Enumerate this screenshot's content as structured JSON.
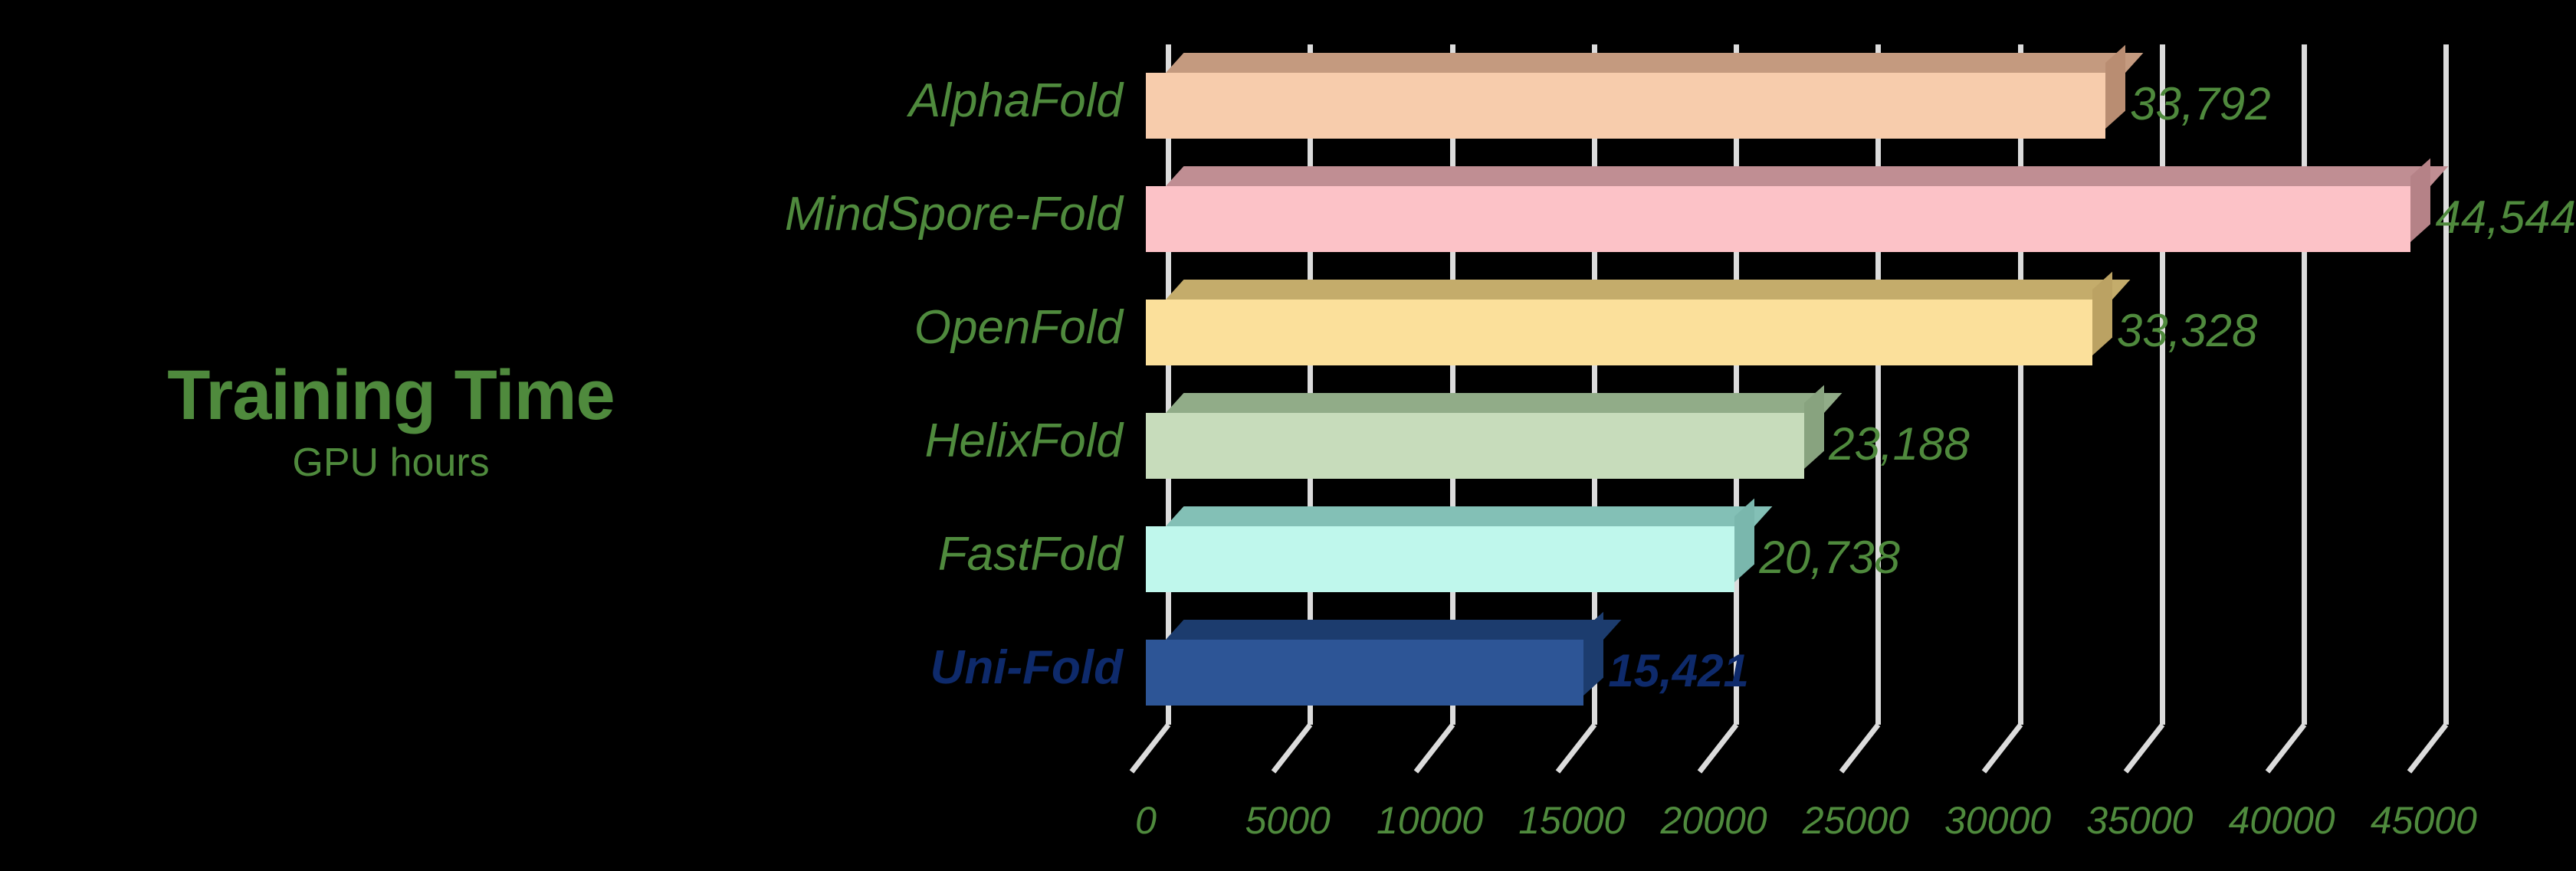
{
  "title": "Training Time",
  "subtitle": "GPU hours",
  "colors": {
    "background": "#000000",
    "label_green": "#4F8A3D",
    "highlight_blue": "#0E2A6B",
    "gridline": "#DCDCDC"
  },
  "chart_data": {
    "type": "bar",
    "orientation": "horizontal",
    "title": "Training Time",
    "subtitle": "GPU hours",
    "xlabel": "",
    "ylabel": "",
    "xlim": [
      0,
      47500
    ],
    "grid": true,
    "legend": "none",
    "xticks": [
      "0",
      "5000",
      "10000",
      "15000",
      "20000",
      "25000",
      "30000",
      "35000",
      "40000",
      "45000"
    ],
    "xtick_values": [
      0,
      5000,
      10000,
      15000,
      20000,
      25000,
      30000,
      35000,
      40000,
      45000
    ],
    "categories": [
      "AlphaFold",
      "MindSpore-Fold",
      "OpenFold",
      "HelixFold",
      "FastFold",
      "Uni-Fold"
    ],
    "values": [
      33792,
      44544,
      33328,
      23188,
      20738,
      15421
    ],
    "value_labels": [
      "33,792",
      "44,544",
      "33,328",
      "23,188",
      "20,738",
      "15,421"
    ],
    "bars": [
      {
        "label": "AlphaFold",
        "value": 33792,
        "value_label": "33,792",
        "face": "#F7CCAC",
        "top": "#C49A7F",
        "side": "#B98D72",
        "highlight": false
      },
      {
        "label": "MindSpore-Fold",
        "value": 44544,
        "value_label": "44,544",
        "face": "#FCC2C7",
        "top": "#C08E93",
        "side": "#B58287",
        "highlight": false
      },
      {
        "label": "OpenFold",
        "value": 33328,
        "value_label": "33,328",
        "face": "#FBE09B",
        "top": "#C4AC6B",
        "side": "#BBA263",
        "highlight": false
      },
      {
        "label": "HelixFold",
        "value": 23188,
        "value_label": "23,188",
        "face": "#C7DCBB",
        "top": "#91AC88",
        "side": "#88A37F",
        "highlight": false
      },
      {
        "label": "FastFold",
        "value": 20738,
        "value_label": "20,738",
        "face": "#BFF7EC",
        "top": "#83C0B6",
        "side": "#7AB7AD",
        "highlight": false
      },
      {
        "label": "Uni-Fold",
        "value": 15421,
        "value_label": "15,421",
        "face": "#2D5596",
        "top": "#1C3C6E",
        "side": "#1C3C6E",
        "highlight": true
      }
    ]
  }
}
